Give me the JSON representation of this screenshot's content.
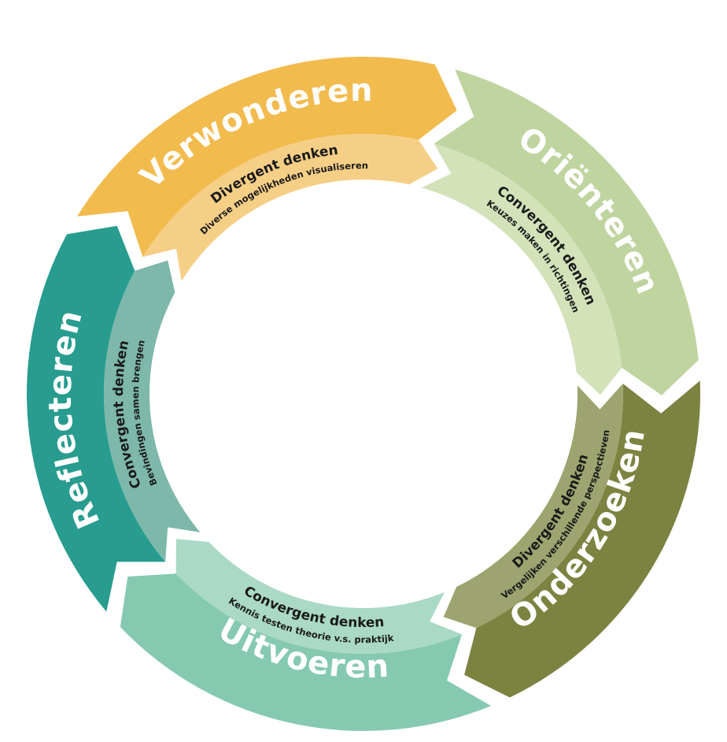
{
  "cycle": {
    "phases": [
      {
        "title": "Oriënteren",
        "mode": "Convergent denken",
        "description": "Keuzes maken in richtingen",
        "outer_color": "#bfd49f",
        "inner_color": "#d3e2b9",
        "icon": "cycle-segment"
      },
      {
        "title": "Onderzoeken",
        "mode": "Divergent denken",
        "description": "Vergelijken verschillende perspectieven",
        "outer_color": "#7c8341",
        "inner_color": "#9da46f",
        "icon": "cycle-segment"
      },
      {
        "title": "Uitvoeren",
        "mode": "Convergent denken",
        "description": "Kennis testen theorie v.s. praktijk",
        "outer_color": "#86c9b1",
        "inner_color": "#aad9c6",
        "icon": "cycle-segment"
      },
      {
        "title": "Reflecteren",
        "mode": "Convergent denken",
        "description": "Bevindingen samen brengen",
        "outer_color": "#279c8f",
        "inner_color": "#7db8aa",
        "icon": "cycle-segment"
      },
      {
        "title": "Verwonderen",
        "mode": "Divergent denken",
        "description": "Diverse mogelijkheden visualiseren",
        "outer_color": "#f2bb4e",
        "inner_color": "#f6cf87",
        "icon": "cycle-segment"
      }
    ]
  }
}
